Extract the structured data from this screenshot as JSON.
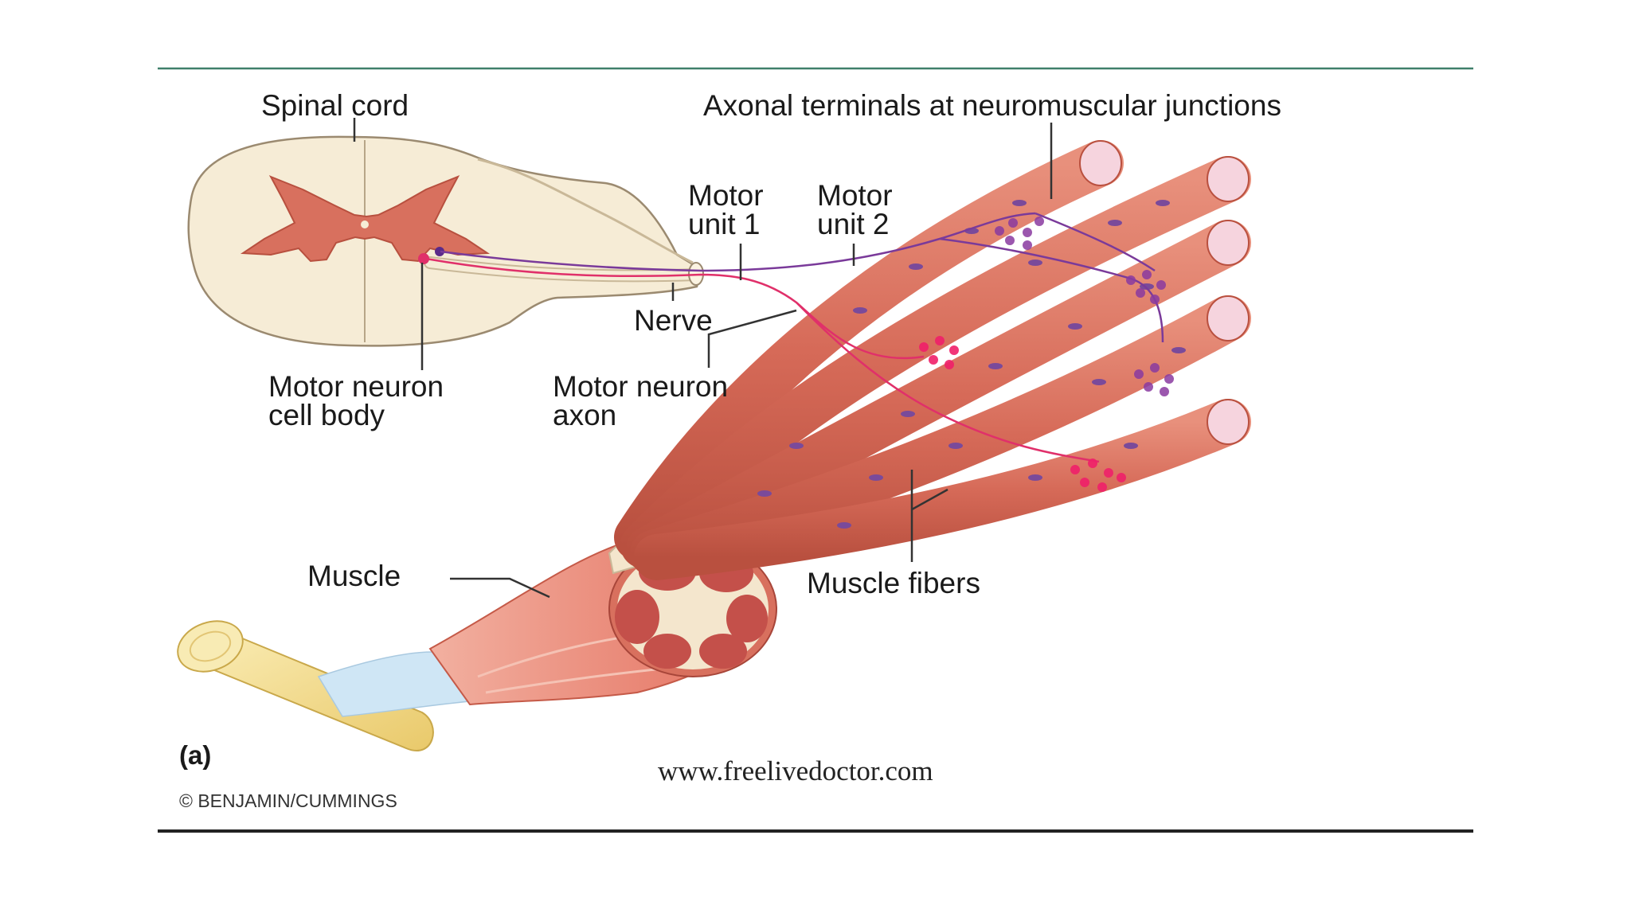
{
  "labels": {
    "spinal_cord": "Spinal cord",
    "axonal_terminals": "Axonal terminals at neuromuscular junctions",
    "motor_unit_1_line1": "Motor",
    "motor_unit_1_line2": "unit 1",
    "motor_unit_2_line1": "Motor",
    "motor_unit_2_line2": "unit 2",
    "nerve": "Nerve",
    "cell_body_line1": "Motor neuron",
    "cell_body_line2": "cell body",
    "axon_line1": "Motor neuron",
    "axon_line2": "axon",
    "muscle": "Muscle",
    "muscle_fibers": "Muscle fibers",
    "figure_letter": "(a)",
    "copyright": "© BENJAMIN/CUMMINGS",
    "watermark": "www.freelivedoctor.com"
  },
  "colors": {
    "top_rule": "#3f7f6a",
    "bottom_rule": "#222222",
    "gray_matter": "#d8705e",
    "white_matter": "#f6ecd6",
    "muscle_fiber": "#d9705e",
    "fiber_nucleus": "#7a4a9a",
    "motor_unit_1_axon": "#e0306a",
    "motor_unit_2_axon": "#7a3a9a",
    "bone": "#f4dd8c",
    "tendon": "#cfe6f5"
  }
}
